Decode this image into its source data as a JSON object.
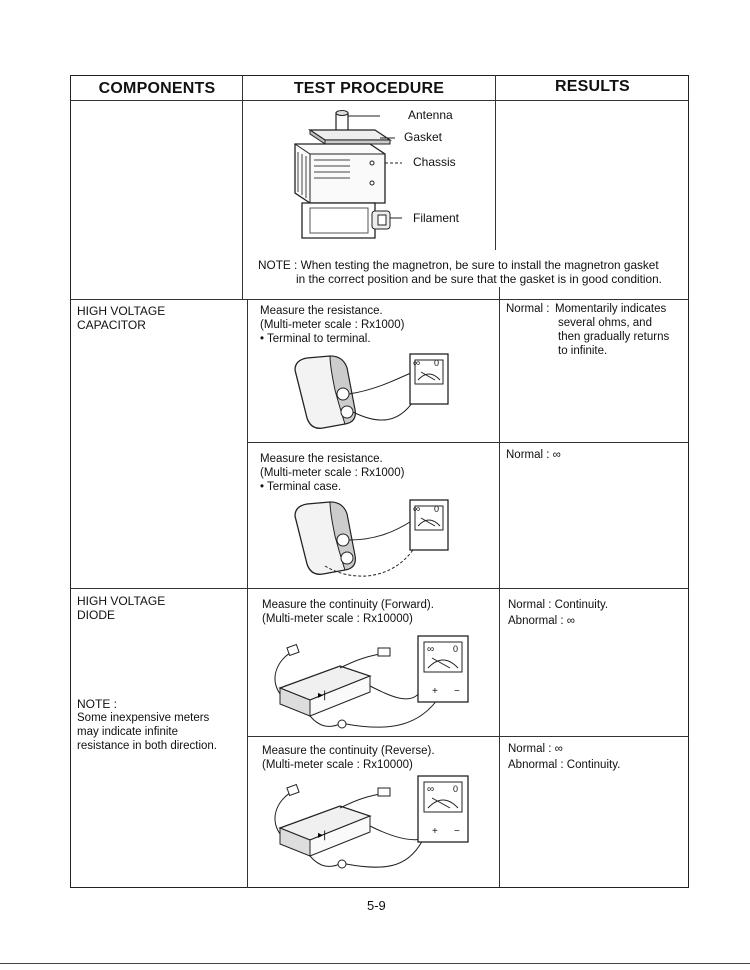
{
  "headers": {
    "components": "COMPONENTS",
    "procedure": "TEST PROCEDURE",
    "results": "RESULTS"
  },
  "magnetron": {
    "labels": {
      "antenna": "Antenna",
      "gasket": "Gasket",
      "chassis": "Chassis",
      "filament": "Filament"
    },
    "note_line1": "NOTE : When testing the magnetron, be sure to install the magnetron gasket",
    "note_line2": "in the correct position and be sure that the gasket is in good condition."
  },
  "hv_capacitor": {
    "component": [
      "HIGH VOLTAGE",
      "CAPACITOR"
    ],
    "test1": {
      "procedure": [
        "Measure the resistance.",
        "(Multi-meter scale : Rx1000)",
        "• Terminal to terminal."
      ],
      "result_prefix": "Normal : ",
      "result_lines": [
        "Momentarily indicates",
        "several ohms, and",
        "then gradually returns",
        "to infinite."
      ]
    },
    "test2": {
      "procedure": [
        "Measure the resistance.",
        "(Multi-meter scale : Rx1000)",
        "• Terminal case."
      ],
      "result": "Normal : ∞"
    }
  },
  "hv_diode": {
    "component": [
      "HIGH VOLTAGE",
      "DIODE"
    ],
    "note_title": "NOTE :",
    "note_lines": [
      "Some inexpensive meters",
      "may indicate infinite",
      "resistance in both direction."
    ],
    "test1": {
      "procedure": [
        "Measure the continuity (Forward).",
        "(Multi-meter scale : Rx10000)"
      ],
      "result": [
        "Normal : Continuity.",
        "Abnormal : ∞"
      ]
    },
    "test2": {
      "procedure": [
        "Measure the continuity (Reverse).",
        "(Multi-meter scale : Rx10000)"
      ],
      "result": [
        "Normal : ∞",
        "Abnormal : Continuity."
      ]
    }
  },
  "meter": {
    "infinity": "∞",
    "zero": "0",
    "plus": "+",
    "minus": "−"
  },
  "page_number": "5-9"
}
